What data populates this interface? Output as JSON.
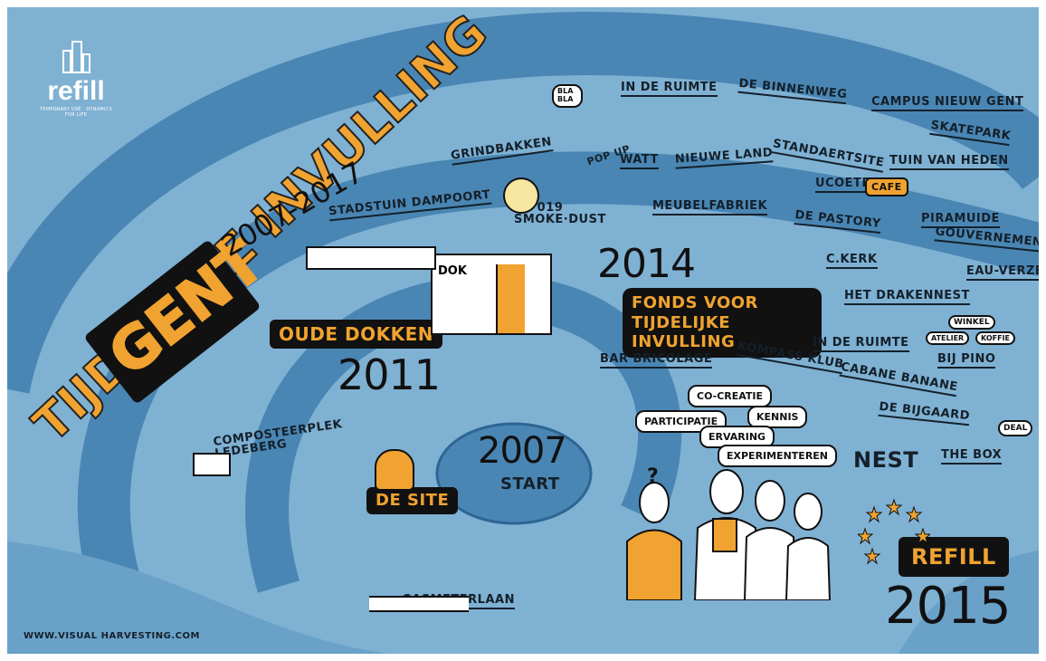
{
  "logo": {
    "name": "refill",
    "tagline": "TEMPORARY USE · DYNAMICS FOR LIFE"
  },
  "title": {
    "main": "TIJDELIJKE INVULLING",
    "city": "GENT",
    "range": "2007-2017"
  },
  "years": {
    "y2007": "2007",
    "start": "START",
    "y2011": "2011",
    "y2014": "2014",
    "y2015": "2015"
  },
  "highlights": {
    "oude_dokken": "OUDE DOKKEN",
    "de_site": "DE SITE",
    "fonds": "FONDS VOOR TIJDELIJKE INVULLING",
    "refill": "REFILL"
  },
  "places": {
    "grindbakken": "GRINDBAKKEN",
    "stadstuin": "STADSTUIN DAMPOORT",
    "smoke_dust": "019 SMOKE·DUST",
    "dok": "DOK",
    "composteerplek": "COMPOSTEERPLEK LEDEBERG",
    "gasmeterlaan": "GASMETERLAAN",
    "in_de_ruimte_1": "IN DE RUIMTE",
    "de_binnenweg": "DE BINNENWEG",
    "campus": "CAMPUS NIEUW GENT",
    "skatepark": "SKATEPARK",
    "popup": "POP UP",
    "watt": "WATT",
    "nieuwe_land": "NIEUWE LAND",
    "standaertsite": "STANDAERTSITE",
    "tuin_van_heden": "TUIN VAN HEDEN",
    "ucoete": "UCOETE",
    "cafe": "CAFE",
    "meubelfabriek": "MEUBELFABRIEK",
    "de_pastory": "DE PASTORY",
    "piramuide": "PIRAMUIDE",
    "gouvernement": "GOUVERNEMENT",
    "c_kerk": "C.KERK",
    "eau_verzet": "EAU-VERZET",
    "het_drakennest": "HET DRAKENNEST",
    "winkel": "WINKEL",
    "atelier": "ATELIER",
    "koffie": "KOFFIE",
    "in_de_ruimte_2": "IN DE RUIMTE",
    "bij_pino": "BIJ PINO",
    "bar_bricolage": "BAR BRICOLAGE",
    "kompass_klub": "KOMPASS KLUB",
    "cabane_banane": "CABANE BANANE",
    "de_bijgaard": "DE BIJGAARD",
    "nest": "NEST",
    "the_box": "THE BOX",
    "deal": "DEAL"
  },
  "bubbles": {
    "co_creatie": "CO-CREATIE",
    "participatie": "PARTICIPATIE",
    "kennis": "KENNIS",
    "ervaring": "ERVARING",
    "experimenteren": "EXPERIMENTEREN",
    "bla": "BLA BLA"
  },
  "credit": "WWW.VISUAL HARVESTING.COM",
  "colors": {
    "sky": "#7fb1d3",
    "spiral_dark": "#4a86b4",
    "spiral_light": "#9cc5e1",
    "accent": "#f0a330",
    "ink": "#14202a"
  }
}
